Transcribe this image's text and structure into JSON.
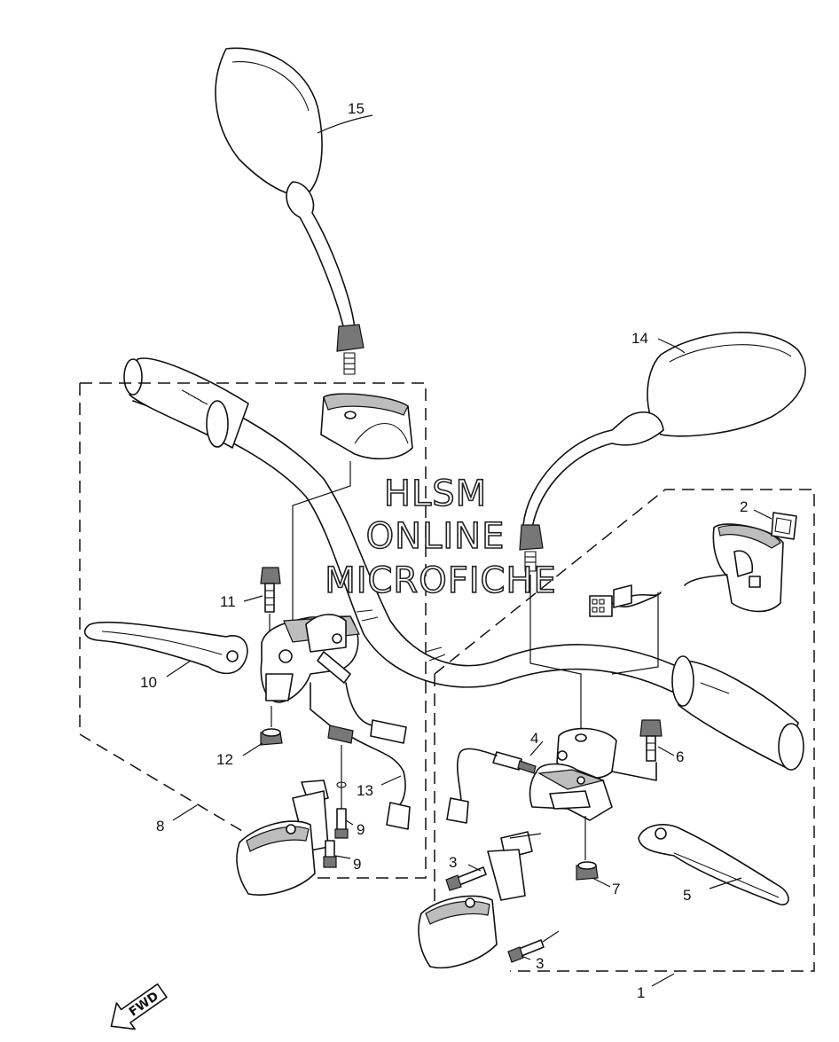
{
  "watermark": {
    "lines": [
      "HLSM",
      "ONLINE",
      "MICROFICHE"
    ]
  },
  "callouts": {
    "c1": "1",
    "c2": "2",
    "c3a": "3",
    "c3b": "3",
    "c4": "4",
    "c5": "5",
    "c6": "6",
    "c7": "7",
    "c8": "8",
    "c9a": "9",
    "c9b": "9",
    "c10": "10",
    "c11": "11",
    "c12": "12",
    "c13": "13",
    "c14": "14",
    "c15": "15"
  },
  "fwd_label": "FWD",
  "icons": {
    "direction": "fwd-arrow-icon"
  }
}
